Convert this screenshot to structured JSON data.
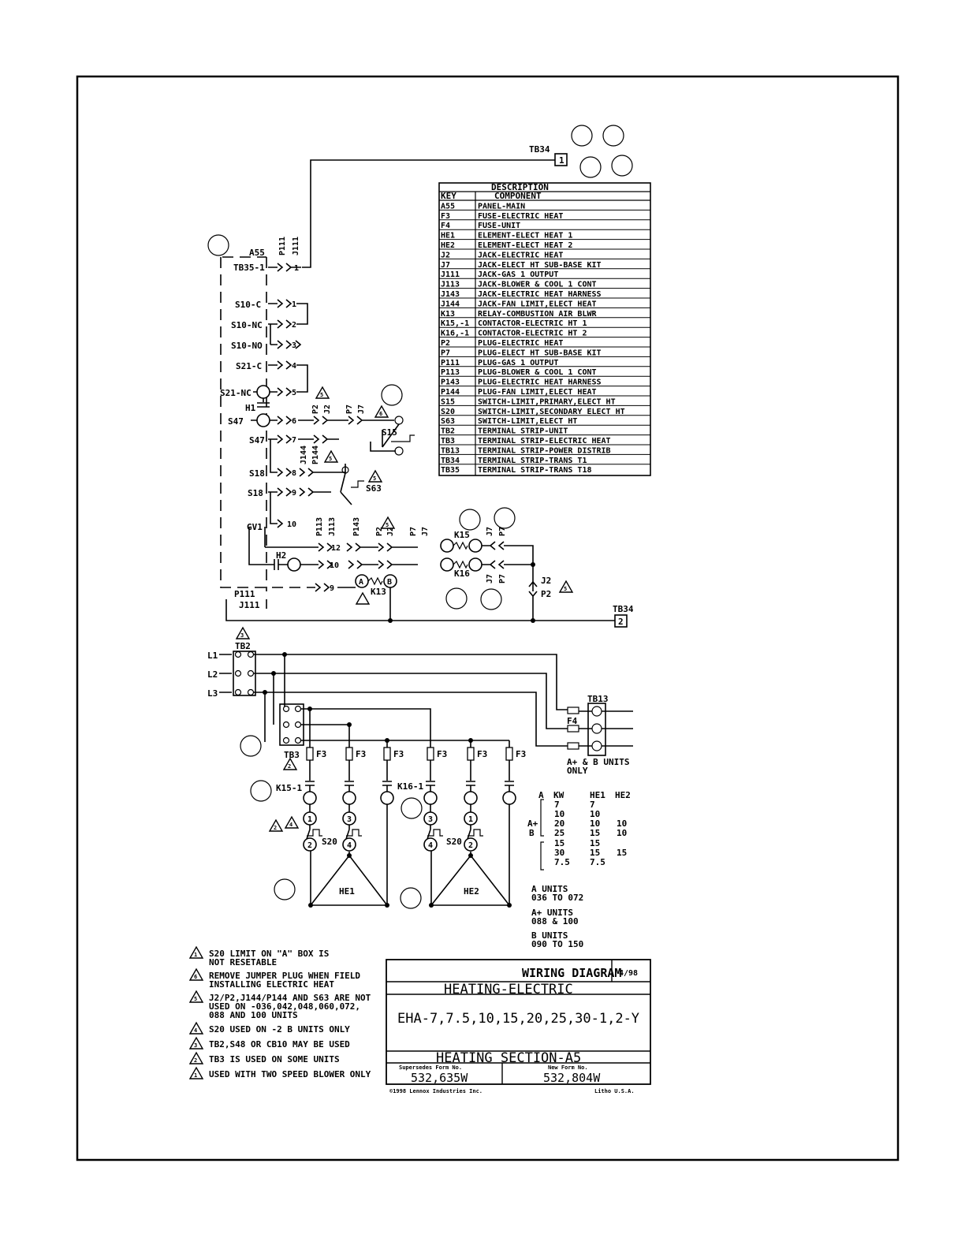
{
  "terminals": {
    "tb34": "TB34",
    "tb34_t1": "1",
    "tb34_t2": "2",
    "tb35": "TB35-1",
    "a55": "A55",
    "p111": "P111",
    "j111": "J111",
    "tb2": "TB2",
    "tb3": "TB3",
    "tb13": "TB13"
  },
  "connector_labels": {
    "s10c": "S10-C",
    "s10nc": "S10-NC",
    "s10no": "S10-NO",
    "s21c": "S21-C",
    "s21nc": "S21-NC",
    "h1": "H1",
    "s47a": "S47",
    "s47b": "S47",
    "s18a": "S18",
    "s18b": "S18",
    "gv1": "GV1",
    "h2": "H2",
    "s15": "S15",
    "s63": "S63",
    "k13": "K13",
    "k15": "K15",
    "k16": "K16",
    "j2": "J2",
    "p2": "P2",
    "j7": "J7",
    "p7": "P7",
    "j144": "J144",
    "p144": "P144",
    "p113": "P113",
    "j113": "J113",
    "p143": "P143",
    "j143": "J143",
    "a_relay": "A",
    "b_relay": "B",
    "pins": [
      "1",
      "1",
      "2",
      "3",
      "4",
      "5",
      "6",
      "7",
      "8",
      "9",
      "10",
      "12"
    ]
  },
  "legend_table": {
    "title": "DESCRIPTION",
    "header_key": "KEY",
    "header_component": "COMPONENT",
    "rows": [
      {
        "key": "A55",
        "component": "PANEL-MAIN"
      },
      {
        "key": "F3",
        "component": "FUSE-ELECTRIC HEAT"
      },
      {
        "key": "F4",
        "component": "FUSE-UNIT"
      },
      {
        "key": "HE1",
        "component": "ELEMENT-ELECT HEAT 1"
      },
      {
        "key": "HE2",
        "component": "ELEMENT-ELECT HEAT 2"
      },
      {
        "key": "J2",
        "component": "JACK-ELECTRIC HEAT"
      },
      {
        "key": "J7",
        "component": "JACK-ELECT HT SUB-BASE KIT"
      },
      {
        "key": "J111",
        "component": "JACK-GAS 1 OUTPUT"
      },
      {
        "key": "J113",
        "component": "JACK-BLOWER & COOL 1 CONT"
      },
      {
        "key": "J143",
        "component": "JACK-ELECTRIC HEAT HARNESS"
      },
      {
        "key": "J144",
        "component": "JACK-FAN LIMIT,ELECT HEAT"
      },
      {
        "key": "K13",
        "component": "RELAY-COMBUSTION AIR BLWR"
      },
      {
        "key": "K15,-1",
        "component": "CONTACTOR-ELECTRIC HT 1"
      },
      {
        "key": "K16,-1",
        "component": "CONTACTOR-ELECTRIC HT 2"
      },
      {
        "key": "P2",
        "component": "PLUG-ELECTRIC HEAT"
      },
      {
        "key": "P7",
        "component": "PLUG-ELECT HT SUB-BASE KIT"
      },
      {
        "key": "P111",
        "component": "PLUG-GAS 1 OUTPUT"
      },
      {
        "key": "P113",
        "component": "PLUG-BLOWER & COOL 1 CONT"
      },
      {
        "key": "P143",
        "component": "PLUG-ELECTRIC HEAT HARNESS"
      },
      {
        "key": "P144",
        "component": "PLUG-FAN LIMIT,ELECT HEAT"
      },
      {
        "key": "S15",
        "component": "SWITCH-LIMIT,PRIMARY,ELECT HT"
      },
      {
        "key": "S20",
        "component": "SWITCH-LIMIT,SECONDARY ELECT HT"
      },
      {
        "key": "S63",
        "component": "SWITCH-LIMIT,ELECT HT"
      },
      {
        "key": "TB2",
        "component": "TERMINAL STRIP-UNIT"
      },
      {
        "key": "TB3",
        "component": "TERMINAL STRIP-ELECTRIC HEAT"
      },
      {
        "key": "TB13",
        "component": "TERMINAL STRIP-POWER DISTRIB"
      },
      {
        "key": "TB34",
        "component": "TERMINAL STRIP-TRANS T1"
      },
      {
        "key": "TB35",
        "component": "TERMINAL STRIP-TRANS T18"
      }
    ]
  },
  "power": {
    "l1": "L1",
    "l2": "L2",
    "l3": "L3",
    "f3": "F3",
    "f4": "F4",
    "k15_1": "K15-1",
    "k16_1": "K16-1",
    "s20": "S20",
    "he1": "HE1",
    "he2": "HE2",
    "units_note_1": "A+ & B UNITS",
    "units_note_2": "ONLY"
  },
  "kw_table": {
    "col_a": "A",
    "col_kw": "KW",
    "col_he1": "HE1",
    "col_he2": "HE2",
    "aplus": "A+",
    "b": "B",
    "rows": [
      {
        "kw": "7",
        "he1": "7",
        "he2": ""
      },
      {
        "kw": "10",
        "he1": "10",
        "he2": ""
      },
      {
        "kw": "20",
        "he1": "10",
        "he2": "10"
      },
      {
        "kw": "25",
        "he1": "15",
        "he2": "10"
      },
      {
        "kw": "15",
        "he1": "15",
        "he2": ""
      },
      {
        "kw": "30",
        "he1": "15",
        "he2": "15"
      },
      {
        "kw": "7.5",
        "he1": "7.5",
        "he2": ""
      }
    ]
  },
  "unit_ranges": [
    {
      "line1": "A UNITS",
      "line2": "036 TO 072"
    },
    {
      "line1": "A+ UNITS",
      "line2": "088 & 100"
    },
    {
      "line1": "B UNITS",
      "line2": "090 TO 150"
    }
  ],
  "notes": [
    {
      "num": "1",
      "lines": [
        "S20 LIMIT ON \"A\" BOX IS",
        "NOT RESETABLE"
      ]
    },
    {
      "num": "6",
      "lines": [
        "REMOVE JUMPER PLUG WHEN FIELD",
        "INSTALLING ELECTRIC HEAT"
      ]
    },
    {
      "num": "5",
      "lines": [
        "J2/P2,J144/P144 AND S63 ARE NOT",
        "USED ON -036,042,048,060,072,",
        "088 AND 100 UNITS"
      ]
    },
    {
      "num": "4",
      "lines": [
        "S20 USED ON -2 B UNITS ONLY"
      ]
    },
    {
      "num": "3",
      "lines": [
        "TB2,S48 OR CB10 MAY BE USED"
      ]
    },
    {
      "num": "2",
      "lines": [
        "TB3 IS USED ON SOME UNITS"
      ]
    },
    {
      "num": "1",
      "lines": [
        "USED WITH TWO SPEED BLOWER ONLY"
      ]
    }
  ],
  "title_block": {
    "heading": "WIRING DIAGRAM",
    "date": "4/98",
    "section1": "HEATING-ELECTRIC",
    "models": "EHA-7,7.5,10,15,20,25,30-1,2-Y",
    "section2": "HEATING SECTION-A5",
    "supersedes_label": "Supersedes Form No.",
    "supersedes_value": "532,635W",
    "new_label": "New Form No.",
    "new_value": "532,804W",
    "copyright": "©1998 Lennox Industries Inc.",
    "litho": "Litho U.S.A."
  }
}
